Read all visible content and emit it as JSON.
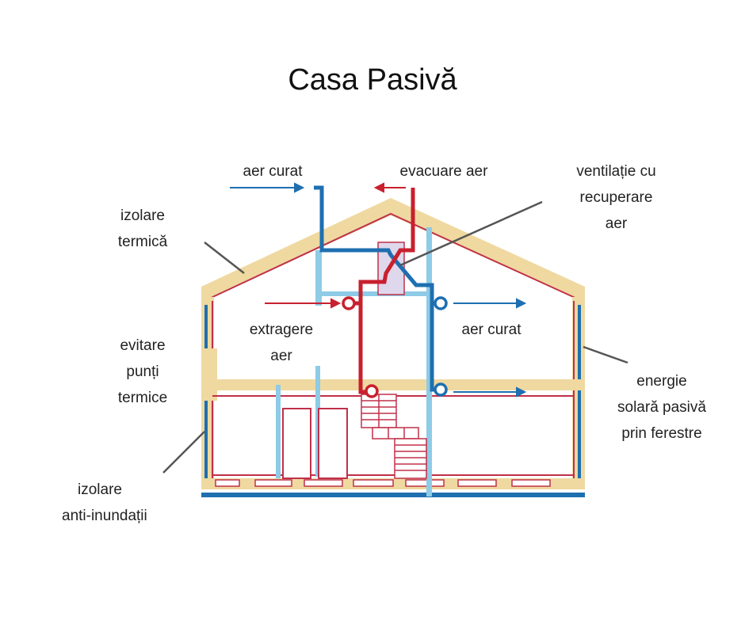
{
  "title": "Casa Pasivă",
  "labels": {
    "fresh_air_top": "aer curat",
    "exhaust_air": "evacuare aer",
    "ventilation": [
      "ventilație cu",
      "recuperare",
      "aer"
    ],
    "thermal_insulation": [
      "izolare",
      "termică"
    ],
    "thermal_bridges": [
      "evitare",
      "punți",
      "termice"
    ],
    "flood_insulation": [
      "izolare",
      "anti-inundații"
    ],
    "extract_air": [
      "extragere",
      "aer"
    ],
    "fresh_air_mid": "aer curat",
    "passive_solar": [
      "energie",
      "solară pasivă",
      "prin ferestre"
    ]
  },
  "colors": {
    "insulation": "#efd9a0",
    "blue_duct": "#1e6fb0",
    "red_duct": "#c8202e",
    "light_duct": "#8ecbe6",
    "leader_line": "#555555",
    "inner_wall": "#c0304a"
  }
}
